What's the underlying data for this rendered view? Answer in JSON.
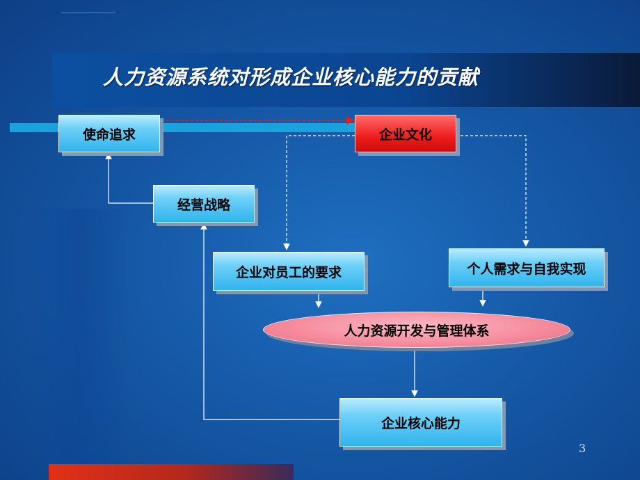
{
  "slide": {
    "title": "人力资源系统对形成企业核心能力的贡献",
    "page_number": "3"
  },
  "nodes": {
    "mission": "使命追求",
    "culture": "企业文化",
    "strategy": "经营战略",
    "requirements": "企业对员工的要求",
    "personal": "个人需求与自我实现",
    "hr_system": "人力资源开发与管理体系",
    "core": "企业核心能力"
  },
  "colors": {
    "background": "#1558a6",
    "box_fill": "#30b4ee",
    "culture_fill": "#ee1c1c",
    "ellipse_fill": "#f48a9c",
    "accent_bar": "#19a3dc",
    "bottom_bar": "#e23018"
  }
}
